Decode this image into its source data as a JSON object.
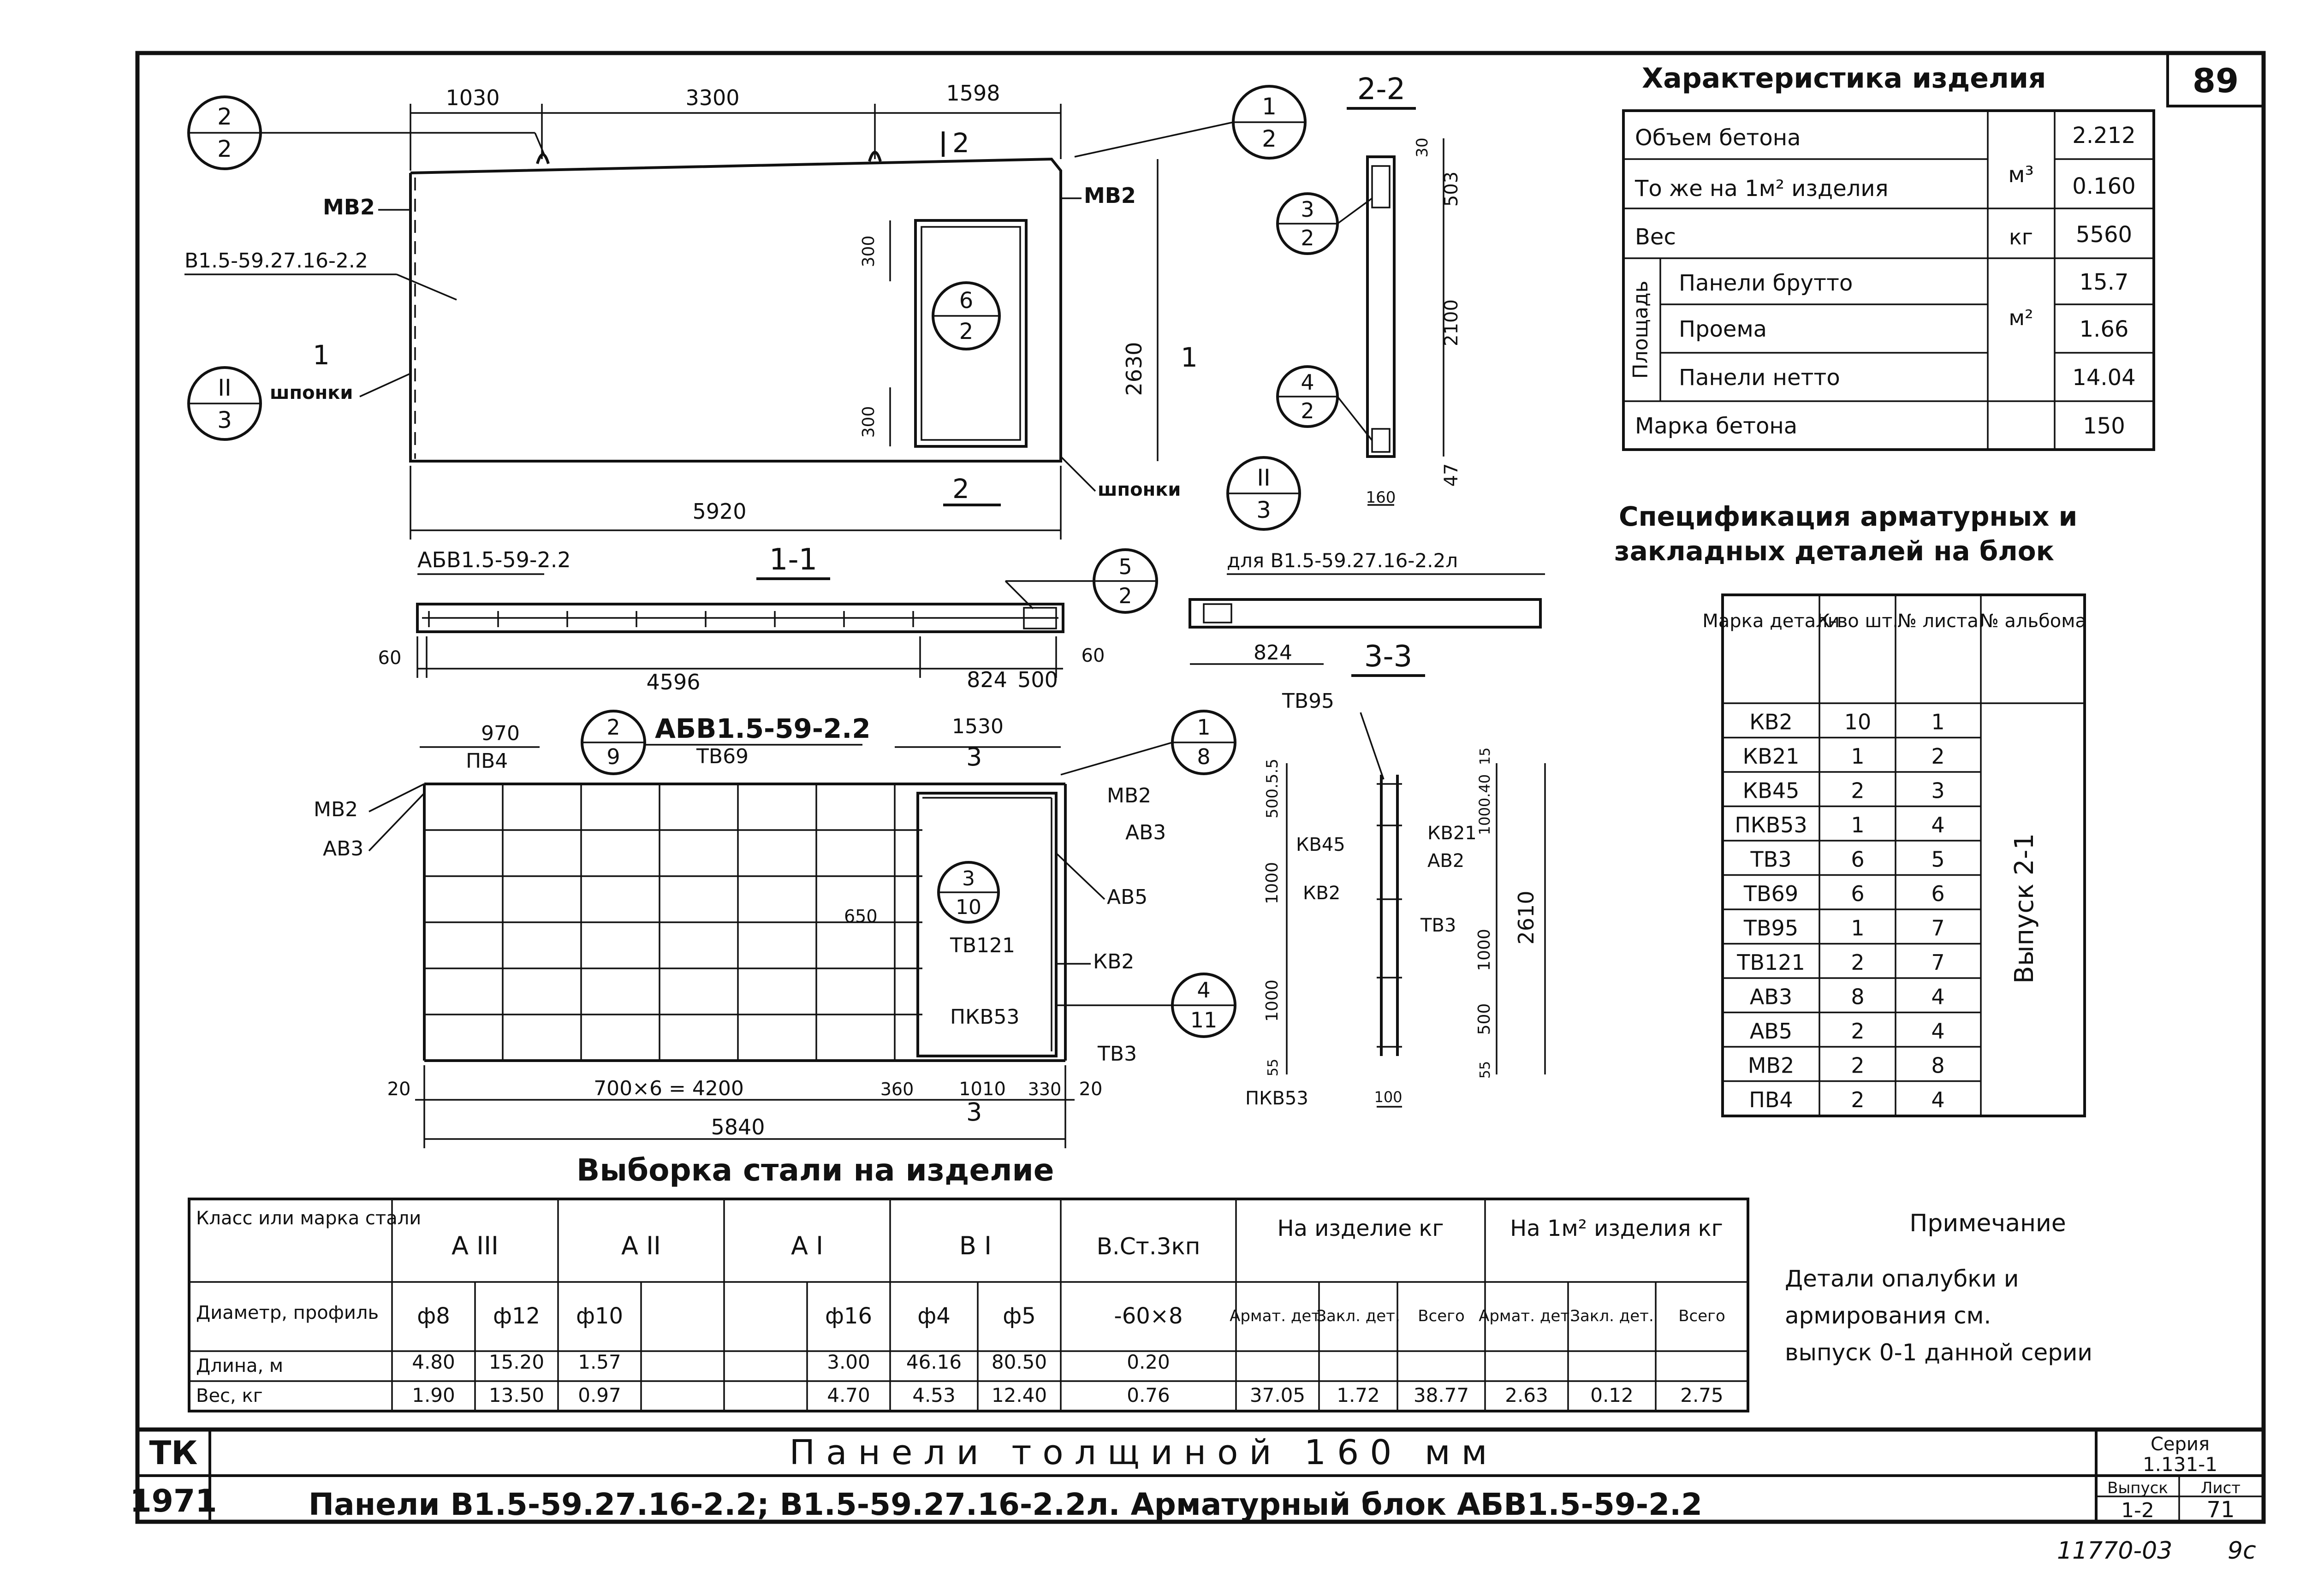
{
  "sheet_number": "89",
  "characteristics": {
    "title": "Характеристика изделия",
    "rows": [
      {
        "label": "Объем бетона",
        "unit": "м³",
        "value": "2.212"
      },
      {
        "label": "То же на 1м² изделия",
        "unit": "",
        "value": "0.160"
      },
      {
        "label": "Вес",
        "unit": "кг",
        "value": "5560"
      },
      {
        "label": "Панели брутто",
        "unit": "м²",
        "value": "15.7"
      },
      {
        "label": "Проема",
        "unit": "",
        "value": "1.66"
      },
      {
        "label": "Панели нетто",
        "unit": "",
        "value": "14.04"
      },
      {
        "label": "Марка бетона",
        "unit": "",
        "value": "150"
      }
    ],
    "area_label": "Площадь"
  },
  "spec": {
    "title_line1": "Спецификация арматурных и",
    "title_line2": "закладных деталей на блок",
    "headers": [
      "Марка детали",
      "К-во шт.",
      "№ листа",
      "№ альбома"
    ],
    "rows": [
      [
        "КВ2",
        "10",
        "1"
      ],
      [
        "КВ21",
        "1",
        "2"
      ],
      [
        "КВ45",
        "2",
        "3"
      ],
      [
        "ПКВ53",
        "1",
        "4"
      ],
      [
        "ТВ3",
        "6",
        "5"
      ],
      [
        "ТВ69",
        "6",
        "6"
      ],
      [
        "ТВ95",
        "1",
        "7"
      ],
      [
        "ТВ121",
        "2",
        "7"
      ],
      [
        "АВ3",
        "8",
        "4"
      ],
      [
        "АВ5",
        "2",
        "4"
      ],
      [
        "МВ2",
        "2",
        "8"
      ],
      [
        "ПВ4",
        "2",
        "4"
      ]
    ],
    "album": "Выпуск 2-1"
  },
  "drawings": {
    "elevation": {
      "dims_top": [
        "1030",
        "3300",
        "1598"
      ],
      "dim_bottom": "5920",
      "dim_h": "2630",
      "dim_300a": "300",
      "dim_300b": "300",
      "labels": [
        "МВ2",
        "В1.5-59.27.16-2.2",
        "шпонки",
        "МВ2",
        "шпонки"
      ],
      "callouts": [
        {
          "n": "2",
          "d": "2"
        },
        {
          "n": "II",
          "d": "3"
        },
        {
          "n": "1",
          "d": "2"
        },
        {
          "n": "6",
          "d": "2"
        },
        {
          "n": "II",
          "d": "3"
        }
      ],
      "section_marks": [
        "2",
        "1",
        "1",
        "2"
      ]
    },
    "section22": {
      "title": "2-2",
      "dims": [
        "30",
        "503",
        "2100",
        "47",
        "160"
      ],
      "callouts": [
        {
          "n": "3",
          "d": "2"
        },
        {
          "n": "4",
          "d": "2"
        }
      ]
    },
    "section11": {
      "title": "1-1",
      "label": "АБВ1.5-59-2.2",
      "dims": [
        "60",
        "4596",
        "824",
        "500",
        "60"
      ],
      "callout": {
        "n": "5",
        "d": "2"
      }
    },
    "section33": {
      "title": "3-3",
      "label": "для В1.5-59.27.16-2.2л",
      "dim": "824"
    },
    "block": {
      "title": "АБВ1.5-59-2.2",
      "dims_top": [
        "970",
        "1530"
      ],
      "labels": [
        "ПВ4",
        "ТВ69",
        "МВ2",
        "АВ3",
        "МВ2",
        "АВ3",
        "АВ5",
        "ТВ121",
        "КВ2",
        "ПКВ53",
        "ТВ3",
        "650"
      ],
      "dims_bottom": [
        "20",
        "700×6 = 4200",
        "360",
        "1010",
        "330",
        "20"
      ],
      "dim_total": "5840",
      "callouts": [
        {
          "n": "2",
          "d": "9"
        },
        {
          "n": "1",
          "d": "8"
        },
        {
          "n": "3",
          "d": "10"
        },
        {
          "n": "4",
          "d": "11"
        }
      ],
      "section_marks": [
        "3",
        "3"
      ]
    },
    "frame_section": {
      "labels": [
        "ТВ95",
        "КВ45",
        "КВ21",
        "АВ2",
        "КВ2",
        "ТВ3",
        "ПКВ53"
      ],
      "dims_left": [
        "500.5.5",
        "1000",
        "1000",
        "55"
      ],
      "dims_right": [
        "15",
        "1000.40",
        "1000",
        "500",
        "55"
      ],
      "dim_total": "2610",
      "dim_bottom": "100"
    }
  },
  "steel": {
    "title": "Выборка стали на изделие",
    "class_header": "Класс или марка стали",
    "classes": [
      "А III",
      "А II",
      "А I",
      "В I",
      "В.Ст.3кп"
    ],
    "per_item": "На изделие кг",
    "per_m2": "На 1м² изделия кг",
    "row_labels": [
      "Диаметр, профиль",
      "Длина, м",
      "Вес, кг"
    ],
    "diameters": [
      "ф8",
      "ф12",
      "ф10",
      "",
      "",
      "ф16",
      "ф4",
      "ф5",
      "-60×8"
    ],
    "lengths": [
      "4.80",
      "15.20",
      "1.57",
      "",
      "",
      "3.00",
      "46.16",
      "80.50",
      "0.20"
    ],
    "weights": [
      "1.90",
      "13.50",
      "0.97",
      "",
      "",
      "4.70",
      "4.53",
      "12.40",
      "0.76"
    ],
    "sub_headers": [
      "Армат. дет.",
      "Закл. дет.",
      "Всего",
      "Армат. дет.",
      "Закл. дет.",
      "Всего"
    ],
    "totals": [
      "37.05",
      "1.72",
      "38.77",
      "2.63",
      "0.12",
      "2.75"
    ]
  },
  "note": {
    "title": "Примечание",
    "lines": [
      "Детали опалубки и",
      "армирования см.",
      "выпуск 0-1 данной серии"
    ]
  },
  "title_block": {
    "org": "ТК",
    "year": "1971",
    "line1": "Панели толщиной 160 мм",
    "line2": "Панели В1.5-59.27.16-2.2; В1.5-59.27.16-2.2л. Арматурный блок АБВ1.5-59-2.2",
    "series_label": "Серия",
    "series": "1.131-1",
    "issue_label": "Выпуск",
    "issue": "1-2",
    "sheet_label": "Лист",
    "sheet": "71"
  },
  "footer_code": "11770-03",
  "footer_page": "9с"
}
